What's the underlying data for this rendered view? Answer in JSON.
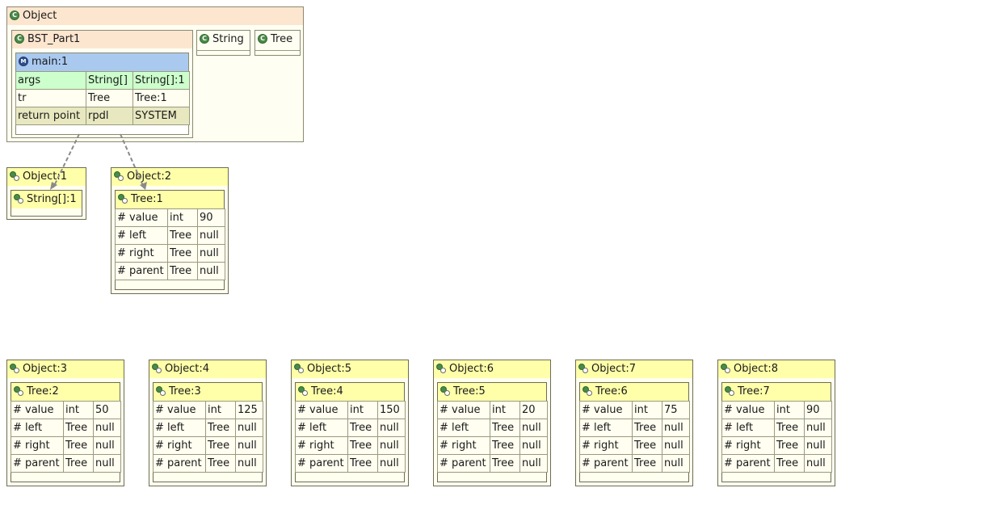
{
  "root_frame": {
    "title": "Object"
  },
  "bst_frame": {
    "title": "BST_Part1"
  },
  "string_class": {
    "title": "String"
  },
  "tree_class": {
    "title": "Tree"
  },
  "main_method": {
    "title": "main:1",
    "rows": [
      {
        "kind": "arg",
        "name": "args",
        "type": "String[]",
        "value": "String[]:1"
      },
      {
        "kind": "var",
        "name": "tr",
        "type": "Tree",
        "value": "Tree:1"
      },
      {
        "kind": "ret",
        "name": "return point",
        "type": "rpdl",
        "value": "SYSTEM"
      }
    ]
  },
  "object1": {
    "title": "Object:1",
    "inner_title": "String[]:1"
  },
  "objects": [
    {
      "title": "Object:2",
      "tree": "Tree:1",
      "value": "90",
      "left": "null",
      "right": "null",
      "parent": "null"
    },
    {
      "title": "Object:3",
      "tree": "Tree:2",
      "value": "50",
      "left": "null",
      "right": "null",
      "parent": "null"
    },
    {
      "title": "Object:4",
      "tree": "Tree:3",
      "value": "125",
      "left": "null",
      "right": "null",
      "parent": "null"
    },
    {
      "title": "Object:5",
      "tree": "Tree:4",
      "value": "150",
      "left": "null",
      "right": "null",
      "parent": "null"
    },
    {
      "title": "Object:6",
      "tree": "Tree:5",
      "value": "20",
      "left": "null",
      "right": "null",
      "parent": "null"
    },
    {
      "title": "Object:7",
      "tree": "Tree:6",
      "value": "75",
      "left": "null",
      "right": "null",
      "parent": "null"
    },
    {
      "title": "Object:8",
      "tree": "Tree:7",
      "value": "90",
      "left": "null",
      "right": "null",
      "parent": "null"
    }
  ],
  "fields": [
    {
      "name": "# value",
      "type": "int"
    },
    {
      "name": "# left",
      "type": "Tree"
    },
    {
      "name": "# right",
      "type": "Tree"
    },
    {
      "name": "# parent",
      "type": "Tree"
    }
  ],
  "icons": {
    "class": "class-icon",
    "method": "method-icon",
    "object": "object-icon"
  },
  "colors": {
    "class_header": "#fde6d0",
    "method_header": "#aac9ef",
    "object_header": "#ffffaa",
    "arg_row": "#ccffcc",
    "return_row": "#e8e8c0",
    "reference_arrow": "#8a8a8a"
  }
}
